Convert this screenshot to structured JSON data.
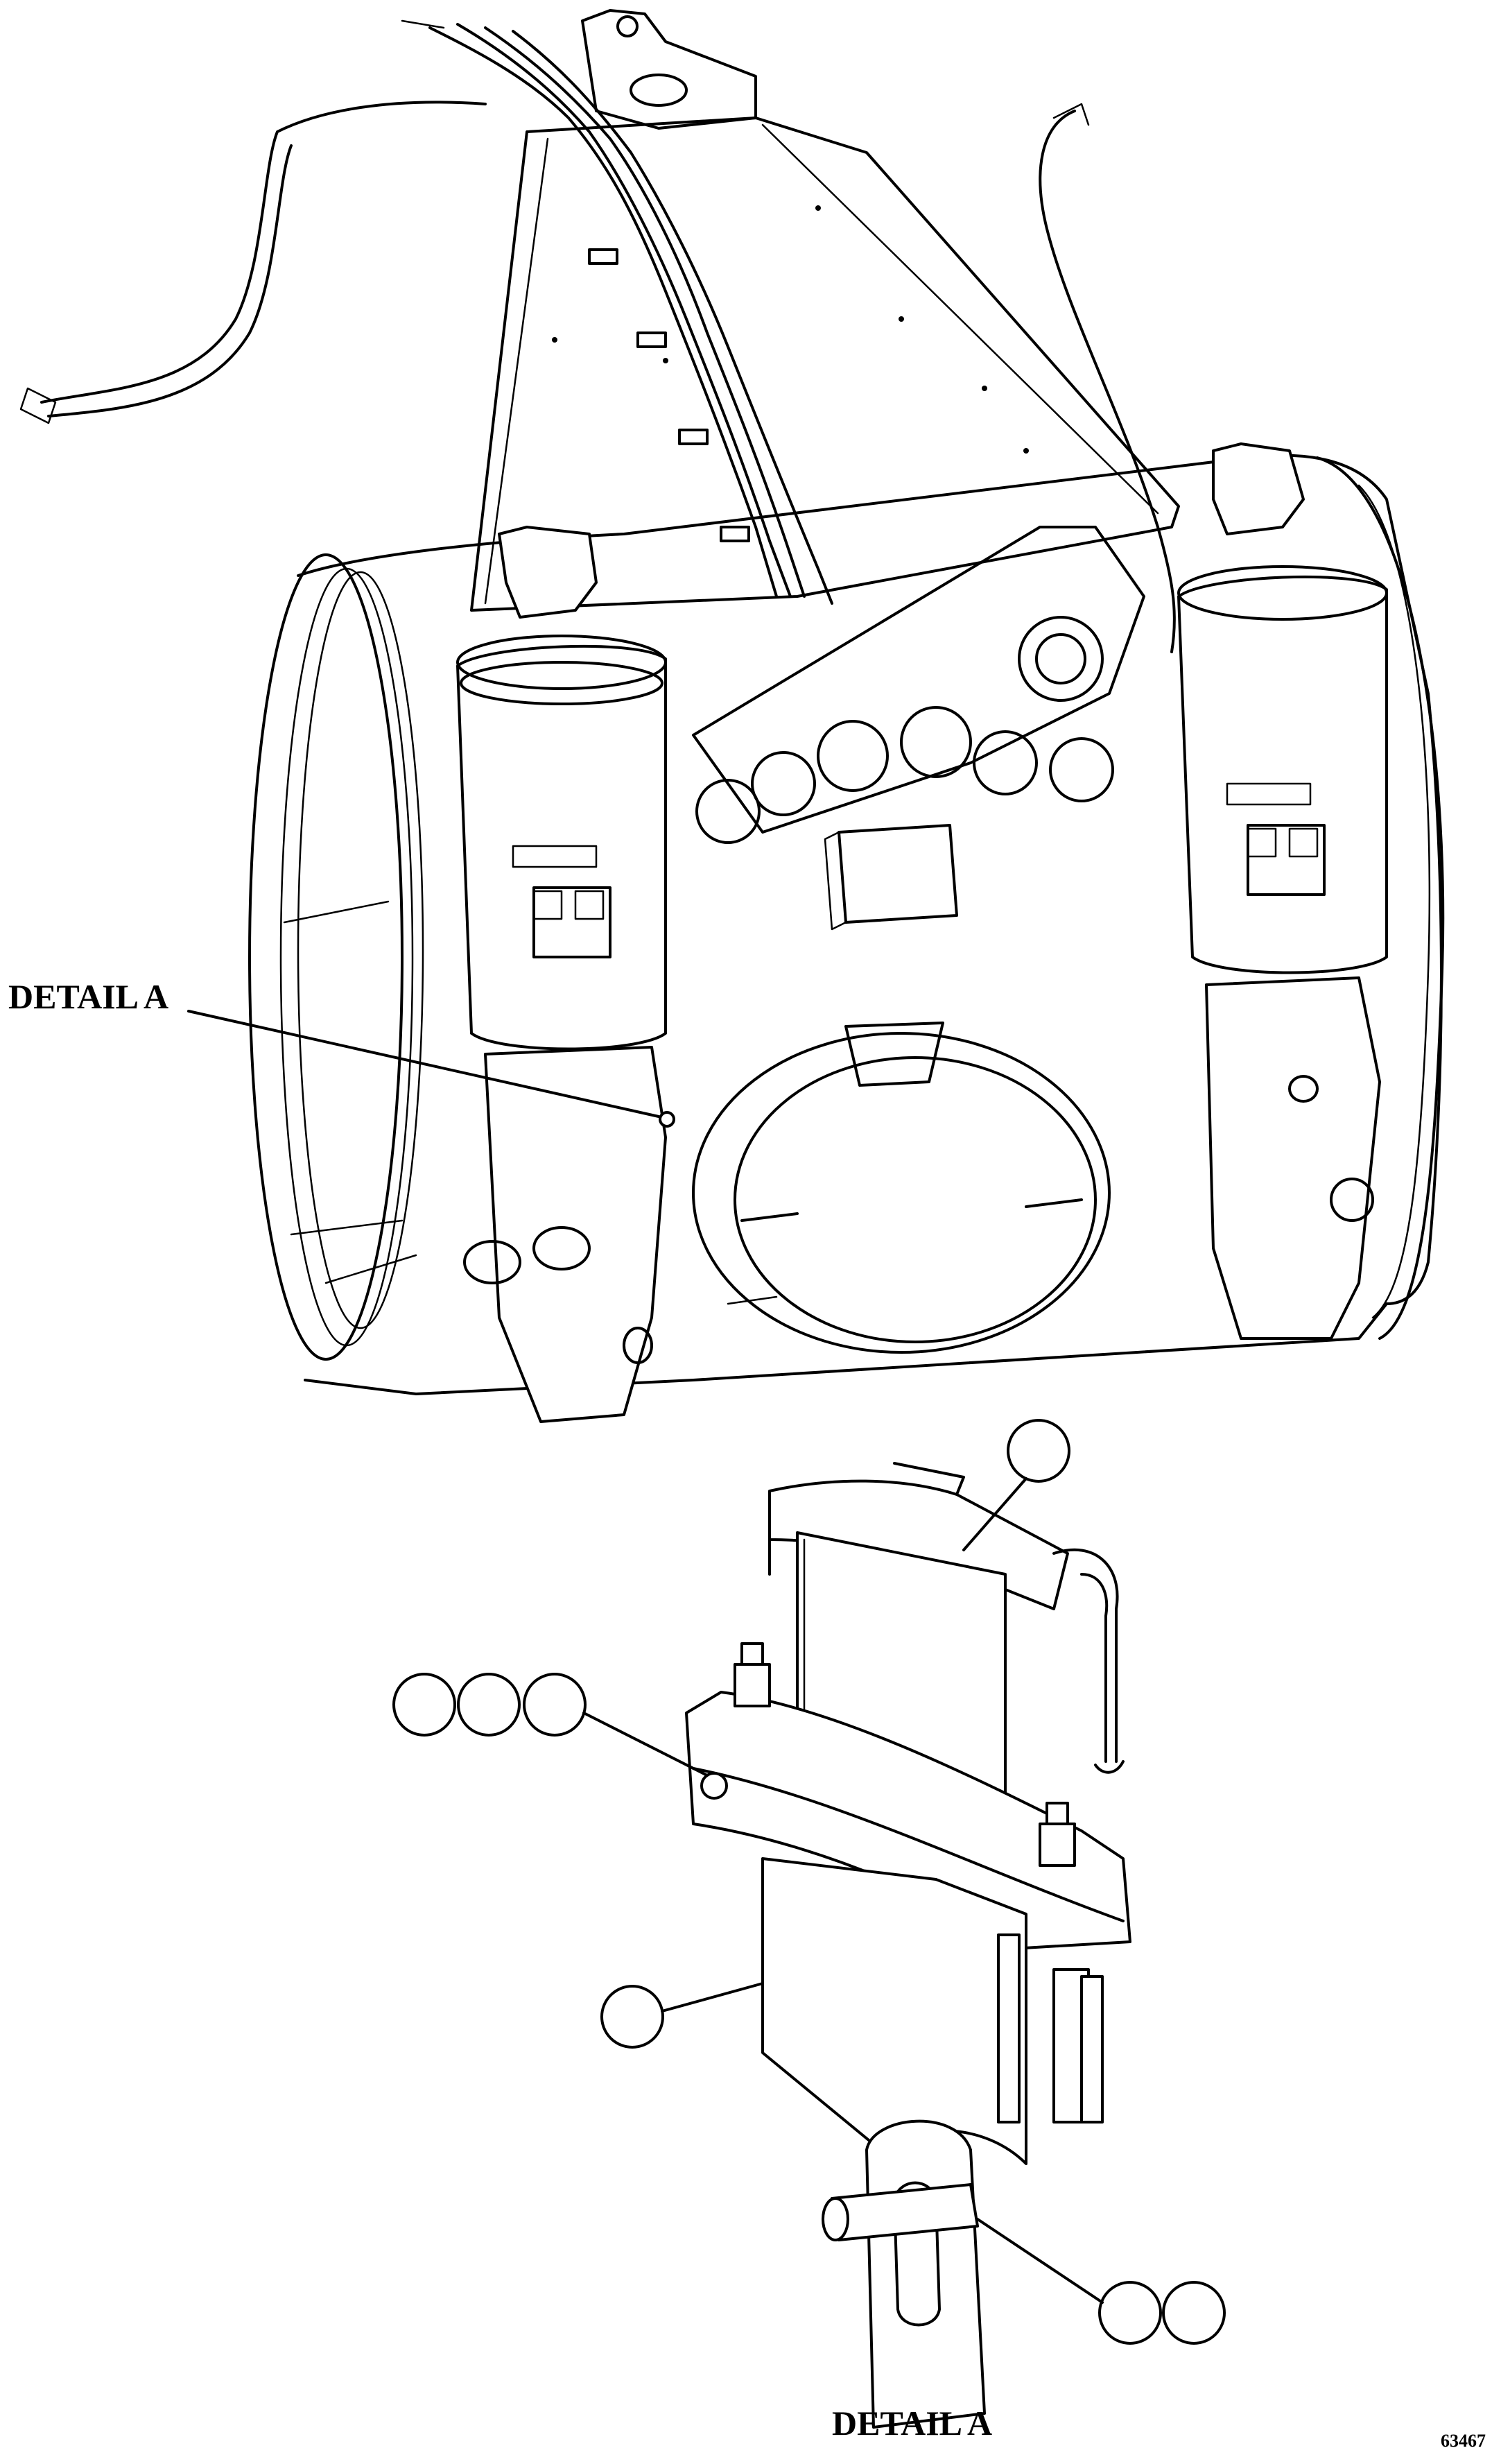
{
  "labels": {
    "detail_callout": "DETAIL A",
    "detail_title": "DETAIL A",
    "figure_number": "63467"
  },
  "colors": {
    "line": "#000000",
    "background": "#ffffff"
  }
}
